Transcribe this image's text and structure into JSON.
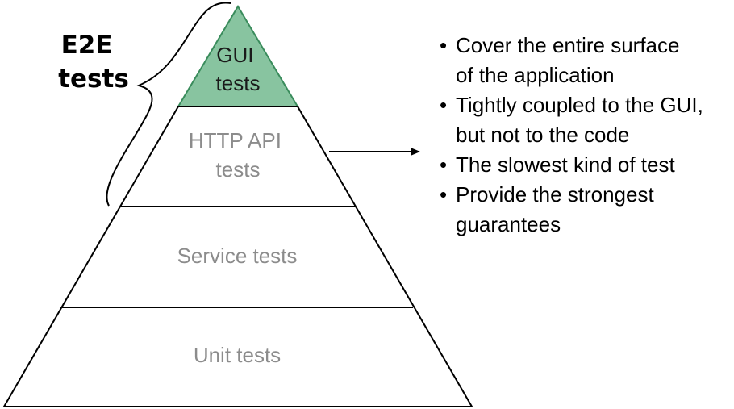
{
  "pyramid": {
    "layers": [
      {
        "key": "gui",
        "lines": [
          "GUI",
          "tests"
        ],
        "fill": "#88c4a0",
        "stroke": "#3a8c5c"
      },
      {
        "key": "http_api",
        "lines": [
          "HTTP API",
          "tests"
        ]
      },
      {
        "key": "service",
        "lines": [
          "Service tests"
        ]
      },
      {
        "key": "unit",
        "lines": [
          "Unit tests"
        ]
      }
    ]
  },
  "brace": {
    "lines": [
      "E2E",
      "tests"
    ]
  },
  "bullets": {
    "glyph": "•",
    "items": [
      [
        "Cover the entire surface",
        "of the application"
      ],
      [
        "Tightly coupled to the GUI,",
        "but not to the code"
      ],
      [
        "The slowest kind of test"
      ],
      [
        "Provide the strongest",
        "guarantees"
      ]
    ]
  }
}
